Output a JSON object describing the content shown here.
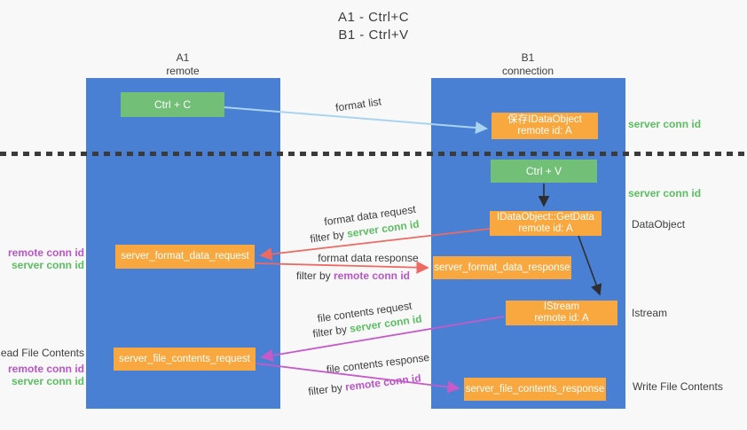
{
  "title": {
    "line1": "A1 - Ctrl+C",
    "line2": "B1 - Ctrl+V"
  },
  "lanes": {
    "a": {
      "name": "A1",
      "role": "remote"
    },
    "b": {
      "name": "B1",
      "role": "connection"
    }
  },
  "nodes": {
    "ctrl_c": "Ctrl + C",
    "ctrl_v": "Ctrl + V",
    "save_idataobject": {
      "line1": "保存IDataObject",
      "line2": "remote id: A"
    },
    "getdata": {
      "line1": "IDataObject::GetData",
      "line2": "remote id: A"
    },
    "istream": {
      "line1": "IStream",
      "line2": "remote id: A"
    },
    "format_request": "server_format_data_request",
    "format_response": "server_format_data_response",
    "file_request": "server_file_contents_request",
    "file_response": "server_file_contents_response"
  },
  "edge_labels": {
    "format_list": "format list",
    "format_data_request": "format data request",
    "format_data_response": "format data response",
    "file_contents_request": "file contents request",
    "file_contents_response": "file contents response",
    "filter_prefix": "filter by ",
    "server_conn_id": "server conn id",
    "remote_conn_id": "remote conn id"
  },
  "side_labels": {
    "right_server_conn_id_top": "server conn id",
    "right_server_conn_id_mid": "server conn id",
    "dataobject": "DataObject",
    "istream": "Istream",
    "write_file_contents": "Write File Contents",
    "left_remote_conn_id_1": "remote conn id",
    "left_server_conn_id_1": "server conn id",
    "read_file_contents": "Read File Contents",
    "left_remote_conn_id_2": "remote conn id",
    "left_server_conn_id_2": "server conn id"
  },
  "colors": {
    "background": "#f8f8f8",
    "lane_blue": "#4a80d4",
    "node_green": "#72bf77",
    "node_orange": "#f8a83e",
    "arrow_red": "#ec6a62",
    "arrow_magenta": "#c55ac8",
    "arrow_light_blue": "#a9d4f0",
    "arrow_black": "#2e2e2e",
    "text_green": "#5cbe62",
    "text_purple": "#ba55c8",
    "text_dark": "#3d3d3d"
  }
}
